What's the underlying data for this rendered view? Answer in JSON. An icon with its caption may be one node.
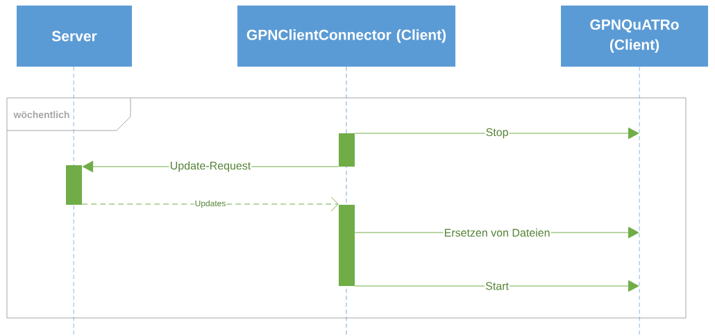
{
  "diagram": {
    "nodes": [
      {
        "text": [
          "Server"
        ]
      },
      {
        "text": [
          "GPNClientConnector (Client)"
        ]
      },
      {
        "text": [
          "GPNQuATRo (Client)"
        ]
      },
      {
        "text": [
          "wöchentlich"
        ]
      },
      {
        "text": [],
        "shape": "line"
      },
      {
        "text": [],
        "shape": "line"
      },
      {
        "text": [],
        "shape": "line"
      },
      {
        "text": [],
        "shape": "bar",
        "in": 3
      },
      {
        "text": [],
        "shape": "bar",
        "in": 3
      },
      {
        "text": [],
        "shape": "bar",
        "in": 3
      }
    ],
    "edges": [
      {
        "from": 7,
        "to": 6,
        "arrow": "to",
        "label": "Stop"
      },
      {
        "from": 7,
        "to": 8,
        "arrow": "to",
        "label": "Update-Request"
      },
      {
        "from": 8,
        "to": 9,
        "arrow": "to",
        "label": "Updates",
        "style": "dashed"
      },
      {
        "from": 9,
        "to": 6,
        "arrow": "to",
        "label": "Ersetzen von Dateien"
      },
      {
        "from": 9,
        "to": 6,
        "arrow": "to",
        "label": "Start"
      }
    ]
  }
}
